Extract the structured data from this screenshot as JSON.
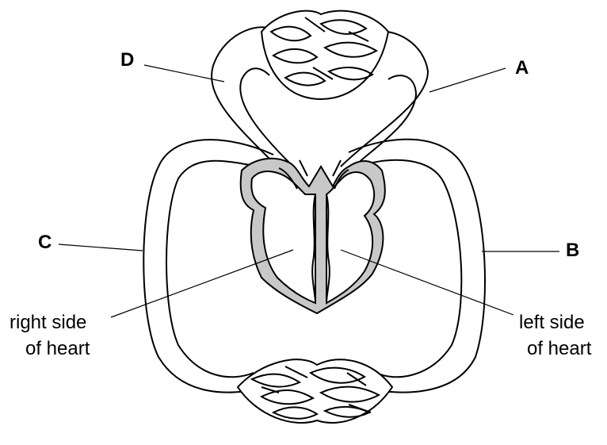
{
  "labels": {
    "a": "A",
    "b": "B",
    "c": "C",
    "d": "D",
    "right_side_line1": "right side",
    "right_side_line2": "of heart",
    "left_side_line1": "left side",
    "left_side_line2": "of heart"
  },
  "colors": {
    "stroke": "#000000",
    "muscle_fill": "#c8c8c8",
    "background": "#ffffff"
  }
}
